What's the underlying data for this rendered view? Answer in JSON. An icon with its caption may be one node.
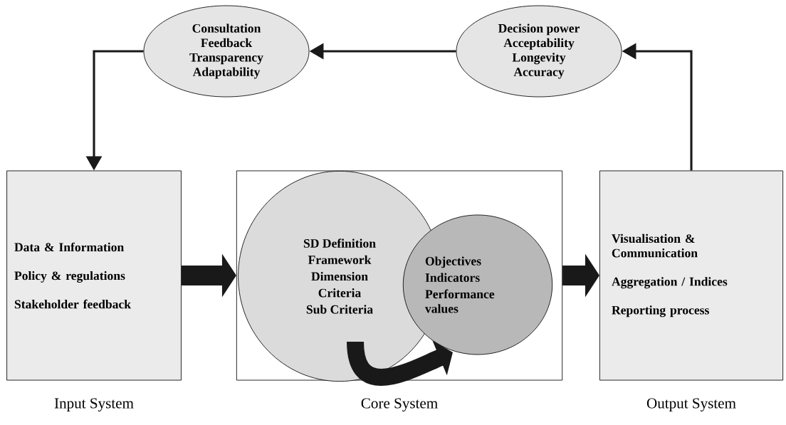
{
  "diagram": {
    "nodes": [
      {
        "text": [
          "Consultation",
          "Feedback",
          "Transparency",
          "Adaptability"
        ]
      },
      {
        "text": [
          "Decision power",
          "Acceptability",
          "Longevity",
          "Accuracy"
        ]
      },
      {
        "text": [
          "Data & Information",
          "Policy & regulations",
          "Stakeholder feedback"
        ],
        "beside": [
          "Input System"
        ]
      },
      {
        "text": [],
        "shape": "box",
        "beside": [
          "Core System"
        ]
      },
      {
        "text": [
          "SD Definition",
          "Framework",
          "Dimension",
          "Criteria",
          "Sub Criteria"
        ],
        "in": 3
      },
      {
        "text": [
          "Objectives",
          "Indicators",
          "Performance values"
        ],
        "in": 3
      },
      {
        "text": [
          "Visualisation & Communication",
          "Aggregation / Indices",
          "Reporting process"
        ],
        "beside": [
          "Output System"
        ]
      }
    ],
    "edges": [
      {
        "from": 6,
        "to": 1,
        "arrow": "to"
      },
      {
        "from": 1,
        "to": 0,
        "arrow": "to"
      },
      {
        "from": 0,
        "to": 2,
        "arrow": "to"
      },
      {
        "from": 2,
        "to": 3,
        "arrow": "to",
        "style": "thick"
      },
      {
        "from": 3,
        "to": 6,
        "arrow": "to",
        "style": "thick"
      },
      {
        "from": 4,
        "to": 5,
        "arrow": "to",
        "style": "thick"
      }
    ]
  }
}
